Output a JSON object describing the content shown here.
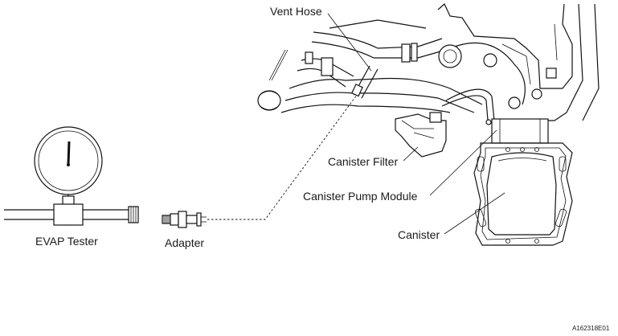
{
  "diagram": {
    "labels": {
      "vent_hose": "Vent Hose",
      "canister_filter": "Canister Filter",
      "canister_pump_module": "Canister Pump Module",
      "canister": "Canister",
      "evap_tester": "EVAP Tester",
      "adapter": "Adapter"
    },
    "figure_code": "A162318E01"
  }
}
